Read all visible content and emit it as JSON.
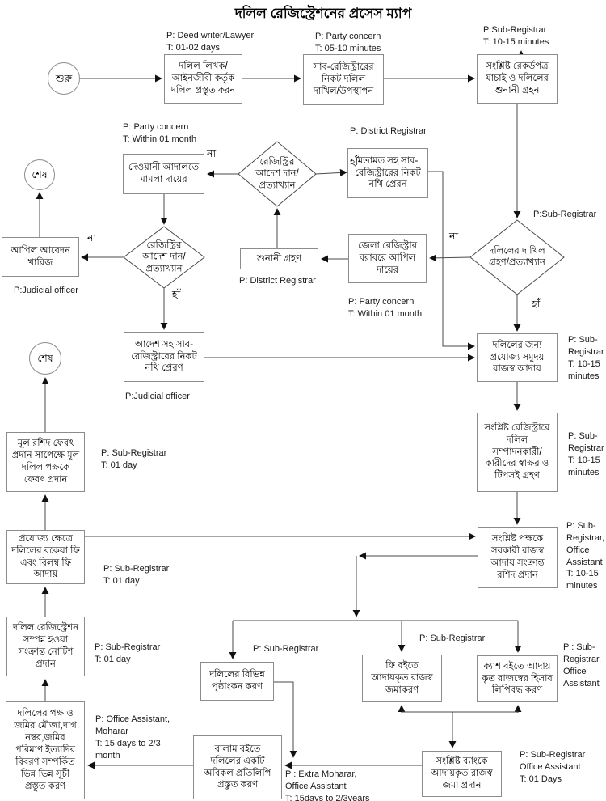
{
  "title": "দলিল রেজিস্ট্রেশনের প্রসেস ম্যাপ",
  "labels": {
    "yes": "হাঁ",
    "no": "না"
  },
  "nodes": {
    "start": "শুরু",
    "end1": "শেষ",
    "end2": "শেষ",
    "prepare": "দলিল লিখক/\nআইনজীবী কর্তৃক\nদলিল প্রস্তুত করন",
    "submit": "সাব-রেজিস্ট্রারের\nনিকট দলিল\nদাখিল/উপস্থাপন",
    "verify": "সংশ্লিষ্ট রেকর্ডপত্র\nযাচাই ও দলিলের\nশুনানী গ্রহন",
    "submission_decision": "দলিলের দাখিল\nগ্রহণ/প্রত্যাখ্যান",
    "opinion": "মতামত সহ সাব-\nরেজিস্ট্রারের নিকট\nনথি প্রেরন",
    "registry_decision_1": "রেজিস্ট্রির\nআদেশ দান/\nপ্রত্যাখ্যান",
    "civil_court": "দেওয়ানী আদালতে\nমামলা দায়ের",
    "registry_decision_2": "রেজিস্ট্রির\nআদেশ দান/\nপ্রত্যাখ্যান",
    "appeal_dismiss": "আপিল আবেদন\nখারিজ",
    "hearing": "শুনানী গ্রহণ",
    "district_appeal": "জেলা রেজিস্ট্রার\nবরাবরে আপিল\nদায়ের",
    "order_send": "আদেশ সহ সাব-\nরেজিস্ট্রারের নিকট\nনথি প্রেরণ",
    "revenue": "দলিলের জন্য\nপ্রযোজ্য সমুদয়\nরাজস্ব আদায়",
    "signature": "সংশ্লিষ্ট রেজিস্ট্রারে\nদলিল\nসম্পাদনকারী/\nকারীদের স্বাক্ষর ও\nটিপসই গ্রহণ",
    "receipt": "সংশ্লিষ্ট পক্ষকে\nসরকারী রাজস্ব\nআদায় সংক্রান্ত\nরশিদ প্রদান",
    "return_deed": "মূল রশিদ ফেরৎ\nপ্রদান সাপেক্ষে মূল\nদলিল পক্ষকে\nফেরৎ প্রদান",
    "arrear_fee": "প্রযোজ্য ক্ষেত্রে\nদলিলের বকেয়া ফি\nএবং বিলম্ব ফি\nআদায়",
    "notice": "দলিল রেজিস্ট্রেশন\nসম্পন্ন হওয়া\nসংক্রান্ত নোটিশ\nপ্রদান",
    "index": "দলিলের পক্ষ ও\nজমির মৌজা,দাগ\nনম্বর,জমির\nপরিমাণ ইত্যাদির\nবিবরণ সম্পর্কিত\nভিন্ন ভিন্ন সূচী\nপ্রস্তুত করণ",
    "endorsement": "দলিলের বিভিন্ন\nপৃষ্ঠাংকন করণ",
    "fee_book": "ফি বইতে\nআদায়কৃত রাজস্ব\nজমাকরণ",
    "cash_book": "ক্যাশ বইতে আদায়\nকৃত রাজস্বের হিসাব\nলিপিবদ্ধ করণ",
    "bank": "সংশ্লিষ্ট ব্যাংকে\nআদায়কৃত রাজস্ব\nজমা প্রদান",
    "balam": "বালাম বইতে\nদলিলের একটি\nঅবিকল প্রতিলিপি\nপ্রস্তুত করণ"
  },
  "annotations": {
    "prepare": "P: Deed writer/Lawyer\nT: 01-02 days",
    "submit": "P: Party concern\nT: 05-10 minutes",
    "verify": "P:Sub-Registrar\nT: 10-15 minutes",
    "submission_decision": "P:Sub-Registrar",
    "opinion": "P: District Registrar",
    "civil_court": "P: Party concern\nT: Within 01 month",
    "hearing": "P: District Registrar",
    "district_appeal": "P: Party concern\nT: Within 01 month",
    "appeal_dismiss": "P:Judicial officer",
    "order_send": "P:Judicial officer",
    "revenue": "P: Sub-\nRegistrar\nT: 10-15\nminutes",
    "signature": "P: Sub-\nRegistrar\nT: 10-15\nminutes",
    "receipt": "P: Sub-\nRegistrar,\nOffice\nAssistant\nT: 10-15\nminutes",
    "return_deed": "P: Sub-Registrar\nT: 01 day",
    "arrear_fee": "P: Sub-Registrar\nT: 01 day",
    "notice": "P: Sub-Registrar\nT: 01 day",
    "index": "P: Office Assistant,\nMoharar\nT: 15 days to 2/3\nmonth",
    "endorsement": "P: Sub-Registrar",
    "fee_book": "P: Sub-Registrar",
    "cash_book": "P : Sub-\nRegistrar,\nOffice\nAssistant",
    "bank": "P: Sub-Registrar\nOffice Assistant\nT: 01 Days",
    "balam": "P : Extra Moharar,\nOffice Assistant\nT: 15days to 2/3years"
  }
}
